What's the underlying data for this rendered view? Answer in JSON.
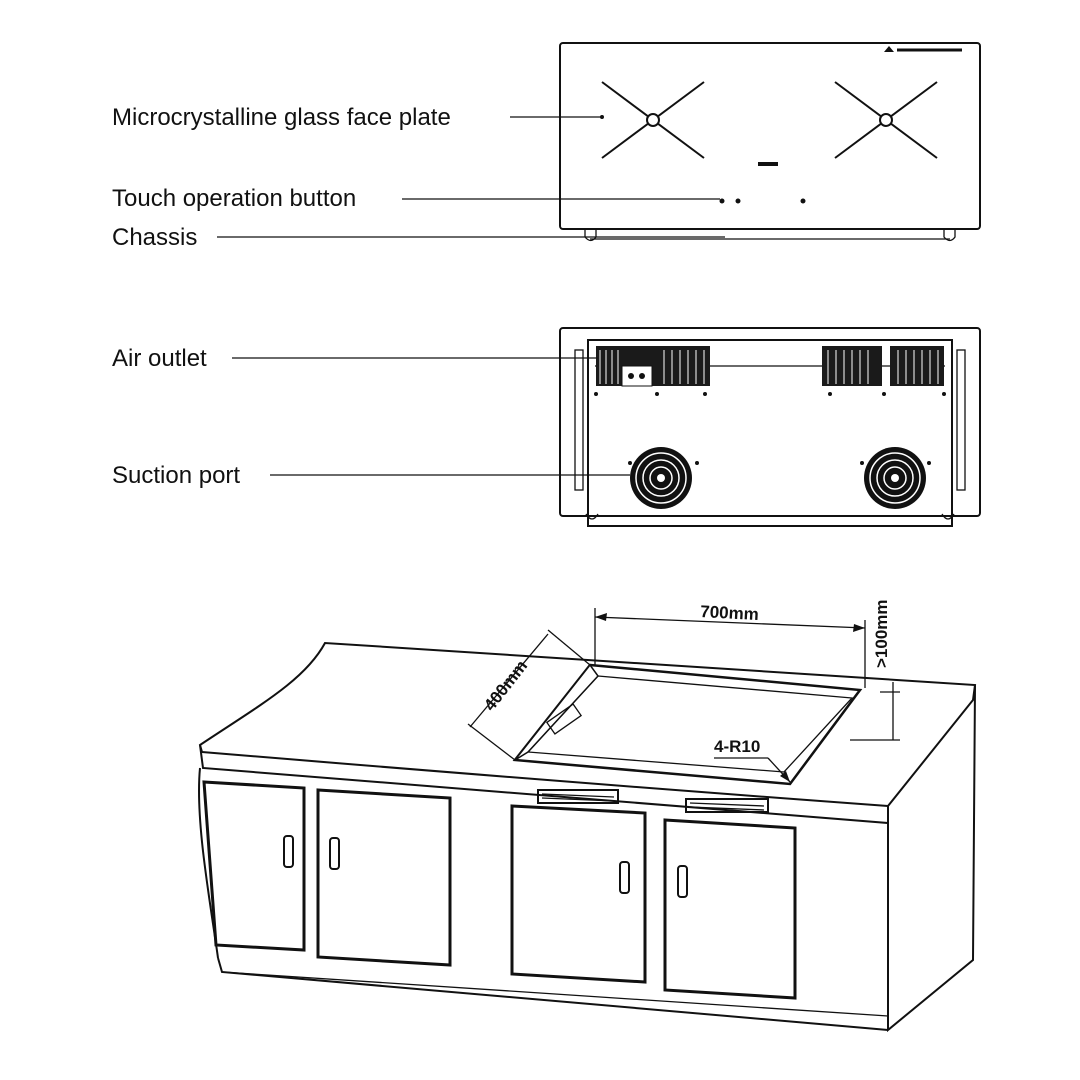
{
  "top_view": {
    "labels": {
      "face_plate": "Microcrystalline glass face plate",
      "touch_button": "Touch operation button",
      "chassis": "Chassis"
    }
  },
  "bottom_view": {
    "labels": {
      "air_outlet": "Air outlet",
      "suction_port": "Suction port"
    }
  },
  "installation": {
    "dimensions": {
      "width": "700mm",
      "depth": "400mm",
      "clearance": ">100mm",
      "corner_radius": "4-R10"
    }
  }
}
